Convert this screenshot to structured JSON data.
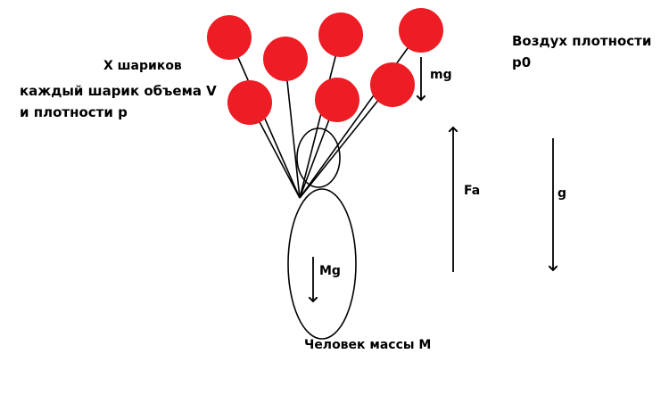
{
  "labels": {
    "balloon_count": "X шариков",
    "balloon_volume": "каждый шарик объема V",
    "balloon_density": "и плотности p",
    "air_density_line1": "Воздух плотности",
    "air_density_line2": "p0",
    "balloon_weight": "mg",
    "archimedes_force": "Fa",
    "gravity": "g",
    "person_weight": "Mg",
    "person_mass": "Человек массы M"
  },
  "colors": {
    "balloon": "#ee1c24",
    "line": "#000000",
    "background": "#ffffff"
  }
}
